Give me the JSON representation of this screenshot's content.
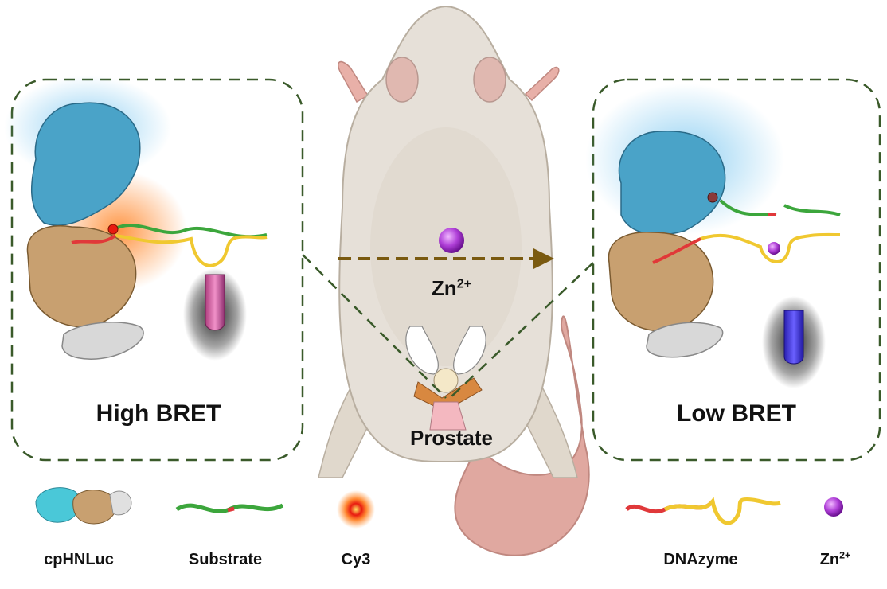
{
  "figure": {
    "left_panel_label": "High BRET",
    "right_panel_label": "Low BRET",
    "organ_label": "Prostate",
    "arrow_ion": {
      "base": "Zn",
      "sup": "2+"
    }
  },
  "legend": [
    {
      "id": "cphnluc",
      "label": "cpHNLuc"
    },
    {
      "id": "substrate",
      "label": "Substrate"
    },
    {
      "id": "cy3",
      "label": "Cy3"
    },
    {
      "id": "dnazyme",
      "label": "DNAzyme"
    },
    {
      "id": "zinc",
      "label": "Zn",
      "sup": "2+"
    }
  ],
  "colors": {
    "panel_border": "#3a5a2a",
    "luciferase_blue": "#4aa3c8",
    "luciferase_tan": "#c8a070",
    "luciferase_grey": "#d8d8d8",
    "substrate_green": "#3ca63c",
    "dnazyme_yellow": "#f0c830",
    "dnazyme_red": "#e0383a",
    "cy3_orange": "#ff7a1a",
    "zinc_purple": "#b040d8",
    "arrow_brown": "#7a5a10",
    "mouse_body": "#e6e0d8",
    "mouse_tail": "#e0a8a0",
    "vial_pink": "#e070b0",
    "vial_blue": "#4a40e8"
  }
}
